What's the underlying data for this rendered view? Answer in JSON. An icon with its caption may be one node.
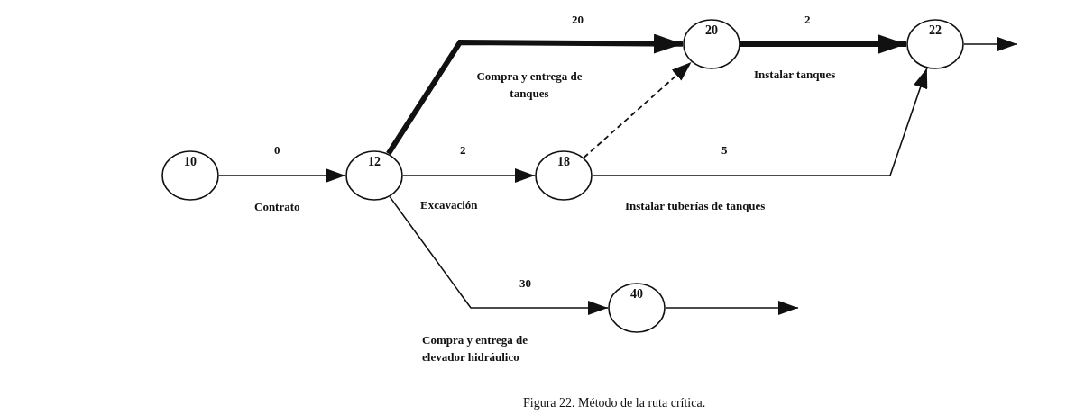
{
  "diagram": {
    "caption": "Figura 22. Método de la ruta crítica.",
    "nodes": [
      {
        "text": [
          "10"
        ]
      },
      {
        "text": [
          "12"
        ]
      },
      {
        "text": [
          "18"
        ]
      },
      {
        "text": [
          "20"
        ]
      },
      {
        "text": [
          "22"
        ]
      },
      {
        "text": [
          "40"
        ]
      }
    ],
    "edges": [
      {
        "from": 0,
        "to": 1,
        "arrow": "to",
        "label": "Contrato"
      },
      {
        "from": 1,
        "to": 3,
        "arrow": "to",
        "label": "Compra y entrega de tanques",
        "style": "thick"
      },
      {
        "from": 1,
        "to": 2,
        "arrow": "to",
        "label": "Excavación"
      },
      {
        "from": 2,
        "to": 3,
        "arrow": "to",
        "style": "dashed"
      },
      {
        "from": 3,
        "to": 4,
        "arrow": "to",
        "label": "Instalar tanques",
        "style": "thick"
      },
      {
        "from": 2,
        "to": 4,
        "arrow": "to",
        "label": "Instalar tuberías de tanques"
      },
      {
        "from": 4,
        "to": null,
        "arrow": "to"
      },
      {
        "from": 1,
        "to": 5,
        "arrow": "to",
        "label": "Compra y entrega de elevador hidráulico"
      },
      {
        "from": 5,
        "to": null,
        "arrow": "to"
      }
    ],
    "labels": [
      "20",
      "2",
      "0",
      "2",
      "5",
      "30"
    ]
  }
}
